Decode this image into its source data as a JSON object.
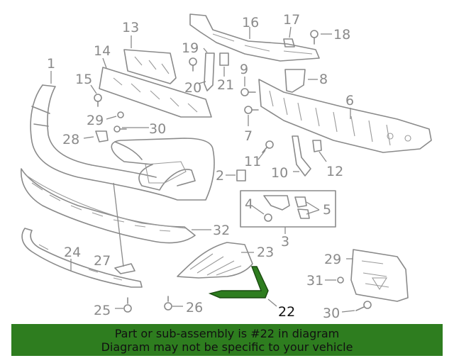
{
  "diagram": {
    "callouts": [
      "1",
      "2",
      "3",
      "4",
      "5",
      "6",
      "7",
      "8",
      "9",
      "10",
      "11",
      "12",
      "13",
      "14",
      "15",
      "16",
      "17",
      "18",
      "19",
      "20",
      "21",
      "22",
      "23",
      "24",
      "25",
      "26",
      "27",
      "28",
      "29",
      "30",
      "29",
      "30",
      "31",
      "32"
    ],
    "highlighted_part": "22"
  },
  "banner": {
    "line1": "Part or sub-assembly is #22 in diagram",
    "line2": "Diagram may not be specific to your vehicle",
    "background": "#2e7d1f"
  },
  "colors": {
    "line": "#8a8a8a",
    "highlight": "#2e7d1f"
  }
}
